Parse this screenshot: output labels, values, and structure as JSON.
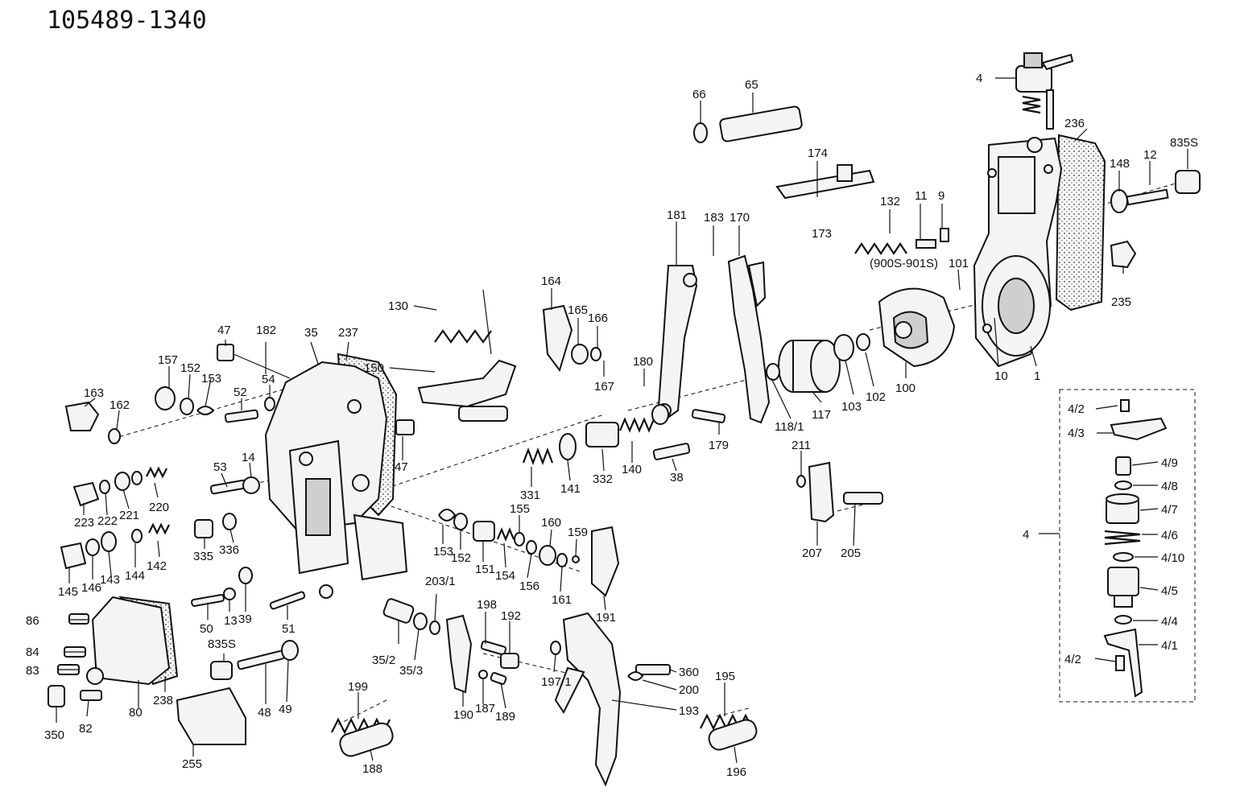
{
  "title": "105489-1340",
  "labels": {
    "p4": "4",
    "p236": "236",
    "p835s_a": "835S",
    "p148": "148",
    "p12": "12",
    "p66": "66",
    "p65": "65",
    "p174": "174",
    "p173": "173",
    "p132": "132",
    "p11": "11",
    "p9": "9",
    "p900s": "(900S-901S)",
    "p101": "101",
    "p235": "235",
    "p181": "181",
    "p183": "183",
    "p170": "170",
    "p164": "164",
    "p165": "165",
    "p166": "166",
    "p167": "167",
    "p130": "130",
    "p150": "150",
    "p180": "180",
    "p10": "10",
    "p1": "1",
    "p100": "100",
    "p102": "102",
    "p103": "103",
    "p117": "117",
    "p118_1": "118/1",
    "p179": "179",
    "p47_a": "47",
    "p182": "182",
    "p35": "35",
    "p237": "237",
    "p157": "157",
    "p152_a": "152",
    "p153_a": "153",
    "p52": "52",
    "p54": "54",
    "p163": "163",
    "p162": "162",
    "p47_b": "47",
    "p140": "140",
    "p332": "332",
    "p141": "141",
    "p331": "331",
    "p38": "38",
    "p211": "211",
    "p53": "53",
    "p14": "14",
    "p223": "223",
    "p222": "222",
    "p221": "221",
    "p220": "220",
    "p335": "335",
    "p336": "336",
    "p142": "142",
    "p145": "145",
    "p146": "146",
    "p143": "143",
    "p144": "144",
    "p207": "207",
    "p205": "205",
    "p153_b": "153",
    "p152_b": "152",
    "p151": "151",
    "p154": "154",
    "p155": "155",
    "p156": "156",
    "p160": "160",
    "p159": "159",
    "p161": "161",
    "p191": "191",
    "p86": "86",
    "p50": "50",
    "p13": "13",
    "p39": "39",
    "p51": "51",
    "p203_1": "203/1",
    "p84": "84",
    "p83": "83",
    "p82": "82",
    "p80": "80",
    "p238": "238",
    "p350": "350",
    "p835s_b": "835S",
    "p48": "48",
    "p49": "49",
    "p35_2": "35/2",
    "p35_3": "35/3",
    "p198": "198",
    "p192": "192",
    "p197_1": "197/1",
    "p190": "190",
    "p187": "187",
    "p189": "189",
    "p360": "360",
    "p200": "200",
    "p193": "193",
    "p199": "199",
    "p188": "188",
    "p255": "255",
    "p195": "195",
    "p196": "196",
    "k4_2a": "4/2",
    "k4_3": "4/3",
    "k4_9": "4/9",
    "k4_8": "4/8",
    "k4_7": "4/7",
    "k4": "4",
    "k4_6": "4/6",
    "k4_10": "4/10",
    "k4_5": "4/5",
    "k4_4": "4/4",
    "k4_2b": "4/2",
    "k4_1": "4/1"
  }
}
